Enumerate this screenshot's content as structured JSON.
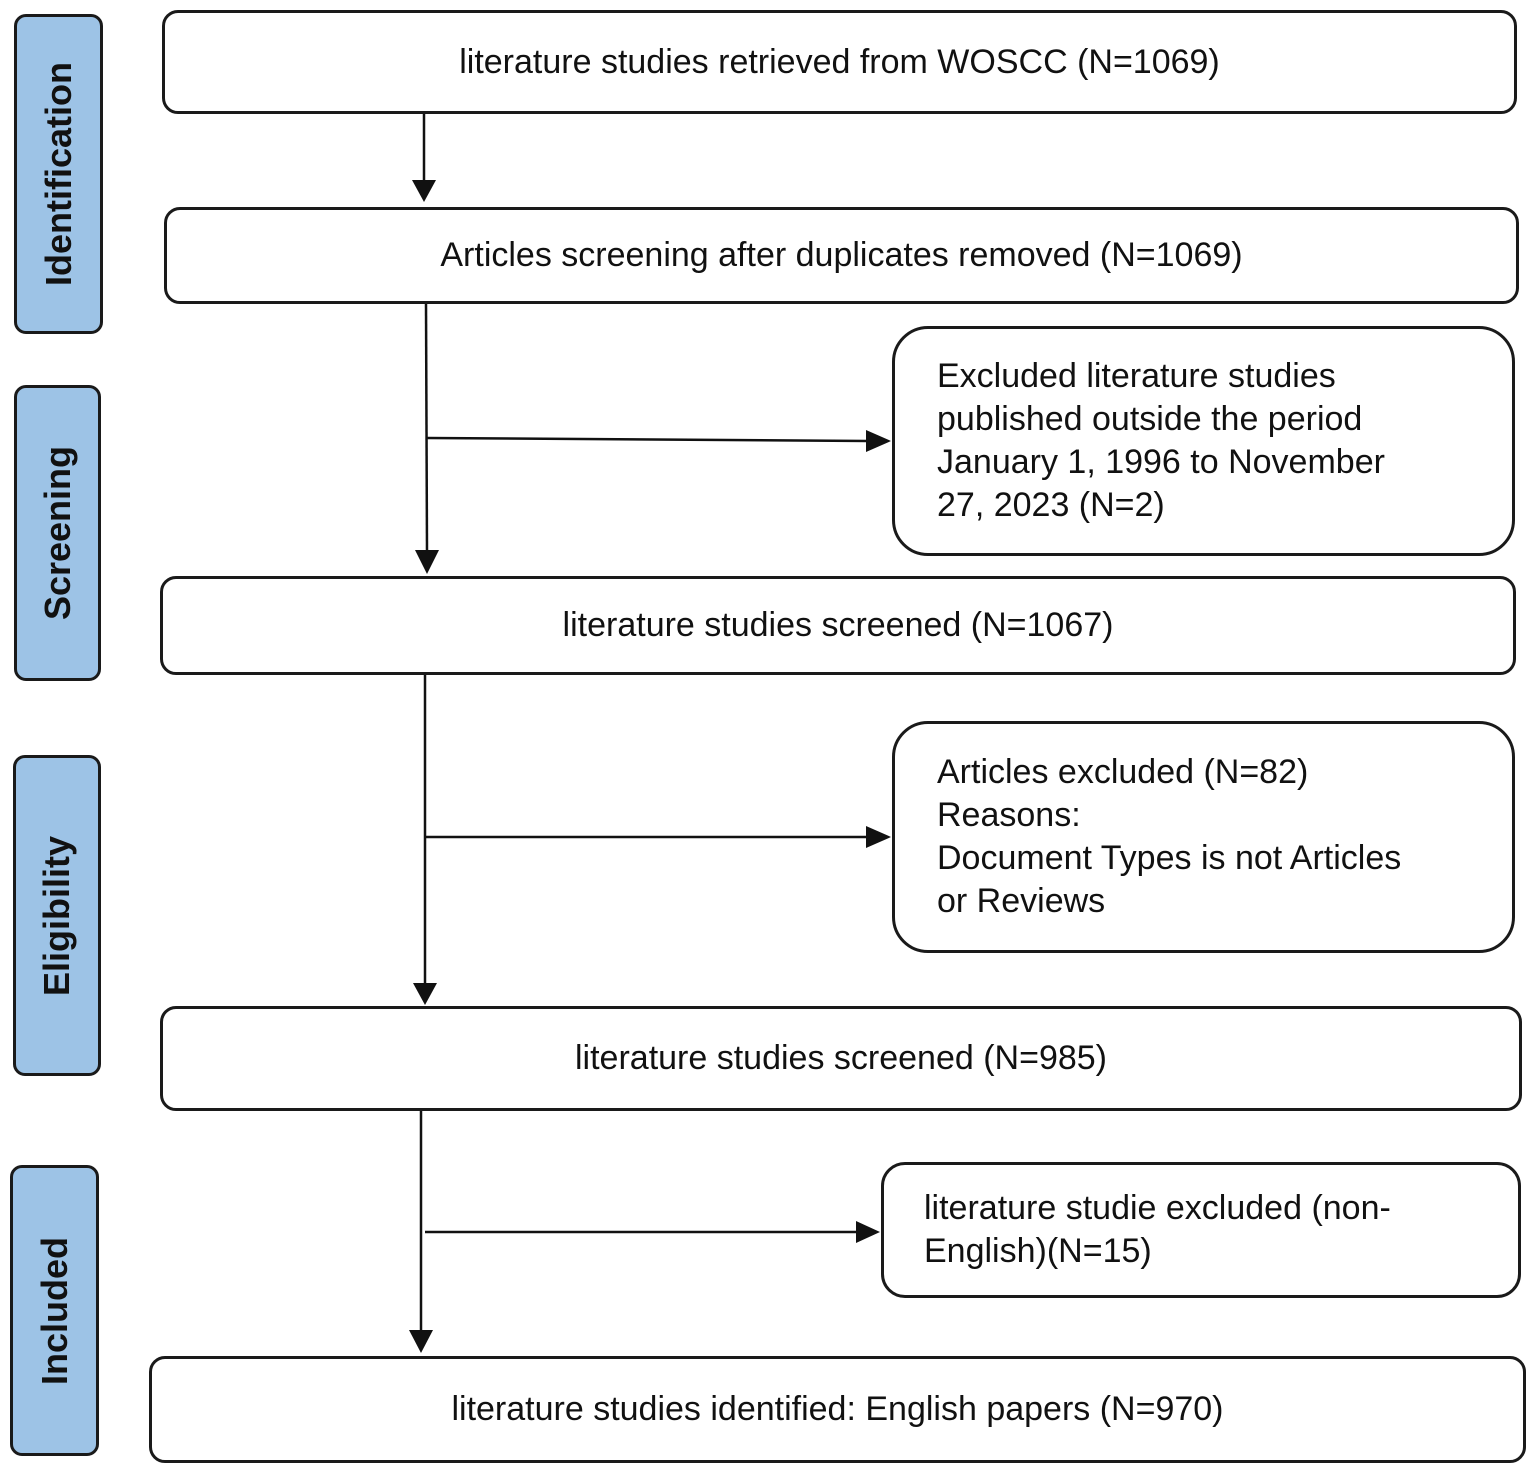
{
  "stages": {
    "identification": "Identification",
    "screening": "Screening",
    "eligibility": "Eligibility",
    "included": "Included"
  },
  "main_boxes": {
    "retrieved": "literature studies retrieved from WOSCC (N=1069)",
    "dedup": "Articles screening after duplicates removed (N=1069)",
    "screened_1": "literature studies screened (N=1067)",
    "screened_2": "literature studies screened (N=985)",
    "identified": "literature studies identified: English papers (N=970)"
  },
  "exclusions": {
    "period": [
      "Excluded literature studies",
      "published outside the period",
      "January 1, 1996 to November",
      "27, 2023 (N=2)"
    ],
    "doctype": [
      "Articles excluded (N=82)",
      "Reasons:",
      "Document Types is not Articles",
      "or Reviews"
    ],
    "language": [
      "literature studie excluded (non-",
      "English)(N=15)"
    ]
  }
}
